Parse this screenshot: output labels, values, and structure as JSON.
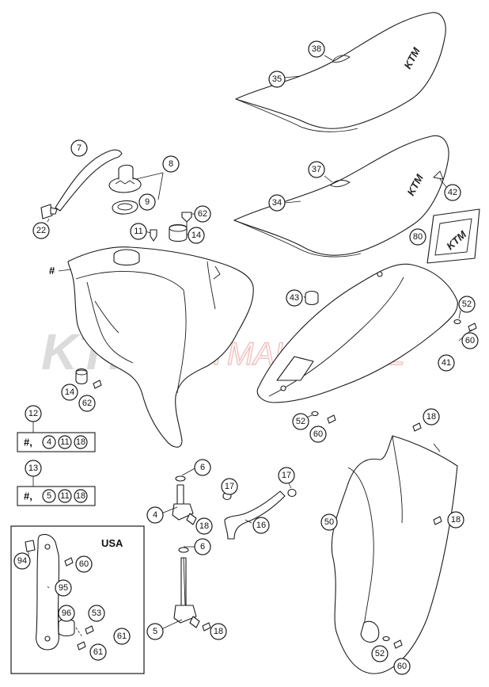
{
  "watermark": {
    "logo_text": "KTM",
    "site_text": "KTMAKLER.PL"
  },
  "usa_box": {
    "label": "USA"
  },
  "kit_12": {
    "number": "12",
    "items": [
      "#,",
      "4",
      "11",
      "18"
    ]
  },
  "kit_13": {
    "number": "13",
    "items": [
      "#,",
      "5",
      "11",
      "18"
    ]
  },
  "hash_marker": "#",
  "seat_logo": "KTM",
  "sticker_logo": "KTM",
  "callouts": {
    "c38": "38",
    "c35": "35",
    "c37": "37",
    "c34": "34",
    "c42": "42",
    "c80": "80",
    "c7": "7",
    "c8": "8",
    "c9": "9",
    "c22": "22",
    "c62a": "62",
    "c11": "11",
    "c14a": "14",
    "c43": "43",
    "c52a": "52",
    "c60a": "60",
    "c41": "41",
    "c14b": "14",
    "c62b": "62",
    "c52b": "52",
    "c60b": "60",
    "c18a": "18",
    "c6a": "6",
    "c4": "4",
    "c18b": "18",
    "c17a": "17",
    "c17b": "17",
    "c16": "16",
    "c50": "50",
    "c18c": "18",
    "c6b": "6",
    "c5": "5",
    "c18d": "18",
    "c94": "94",
    "c60c": "60",
    "c95": "95",
    "c96": "96",
    "c53": "53",
    "c61a": "61",
    "c61b": "61",
    "c52c": "52",
    "c60d": "60"
  }
}
